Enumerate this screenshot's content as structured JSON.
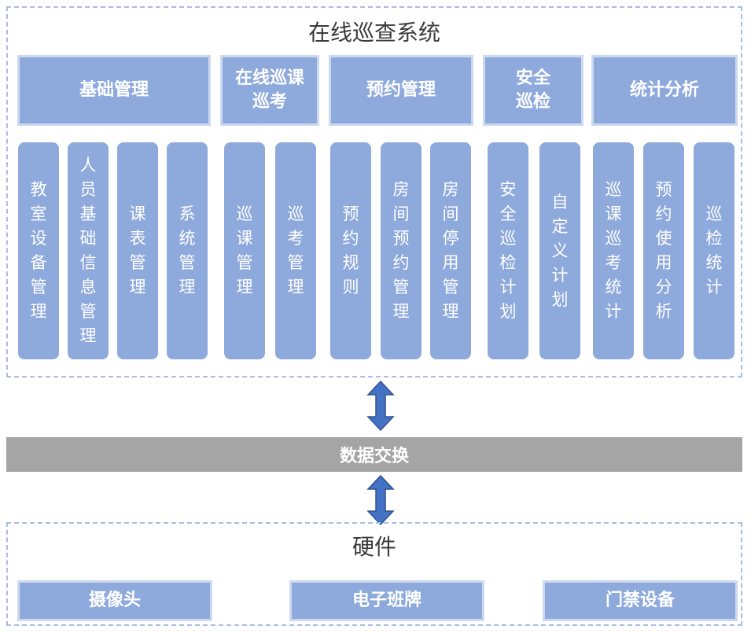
{
  "system": {
    "title": "在线巡查系统",
    "modules": [
      {
        "label": "基础管理",
        "subs": [
          "教室设备管理",
          "人员基础信息管理",
          "课表管理",
          "系统管理"
        ]
      },
      {
        "label": "在线巡课巡考",
        "subs": [
          "巡课管理",
          "巡考管理"
        ]
      },
      {
        "label": "预约管理",
        "subs": [
          "预约规则",
          "房间预约管理",
          "房间停用管理"
        ]
      },
      {
        "label": "安全巡检",
        "subs": [
          "安全巡检计划",
          "自定义计划"
        ]
      },
      {
        "label": "统计分析",
        "subs": [
          "巡课巡考统计",
          "预约使用分析",
          "巡检统计"
        ]
      }
    ]
  },
  "exchange": {
    "label": "数据交换"
  },
  "hardware": {
    "title": "硬件",
    "devices": [
      "摄像头",
      "电子班牌",
      "门禁设备"
    ]
  },
  "colors": {
    "box_fill": "#8ea9db",
    "box_border": "#cdd9ef",
    "exchange_fill": "#a5a5a5",
    "arrow_fill": "#4472c4",
    "frame_border": "#a9bde4"
  }
}
